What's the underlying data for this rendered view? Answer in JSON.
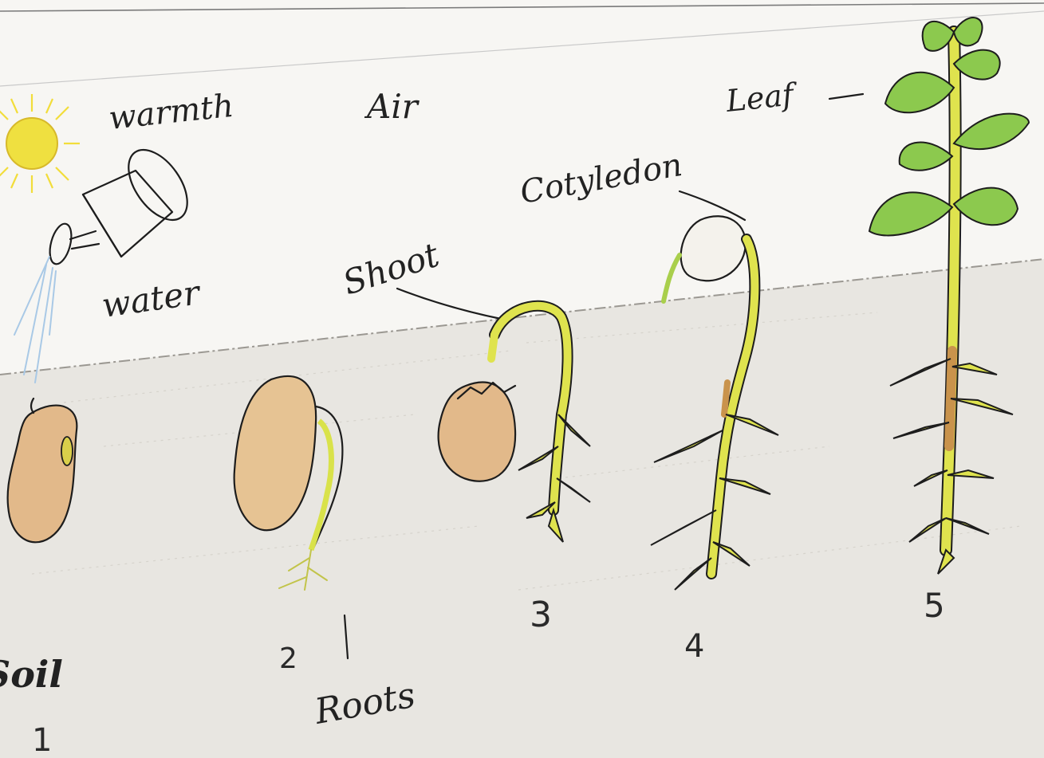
{
  "labels": {
    "warmth": "warmth",
    "air": "Air",
    "leaf": "Leaf",
    "cotyledon": "Cotyledon",
    "shoot": "Shoot",
    "water": "water",
    "soil": "Soil",
    "roots": "Roots"
  },
  "stages": [
    "1",
    "2",
    "3",
    "4",
    "5"
  ],
  "colors": {
    "paper": "#f7f6f3",
    "soil_shade": "#e6e3dd",
    "seed": "#e2b98a",
    "seed_dark": "#cf9a62",
    "stem": "#d9e24a",
    "stem_dark": "#b9c232",
    "root_brown": "#c9934c",
    "leaf": "#8cc94e",
    "leaf_dark": "#6faa36",
    "sun": "#f2dd3a",
    "water": "#a9c9e6"
  },
  "icons": [
    "sun-icon",
    "watering-can-icon"
  ]
}
